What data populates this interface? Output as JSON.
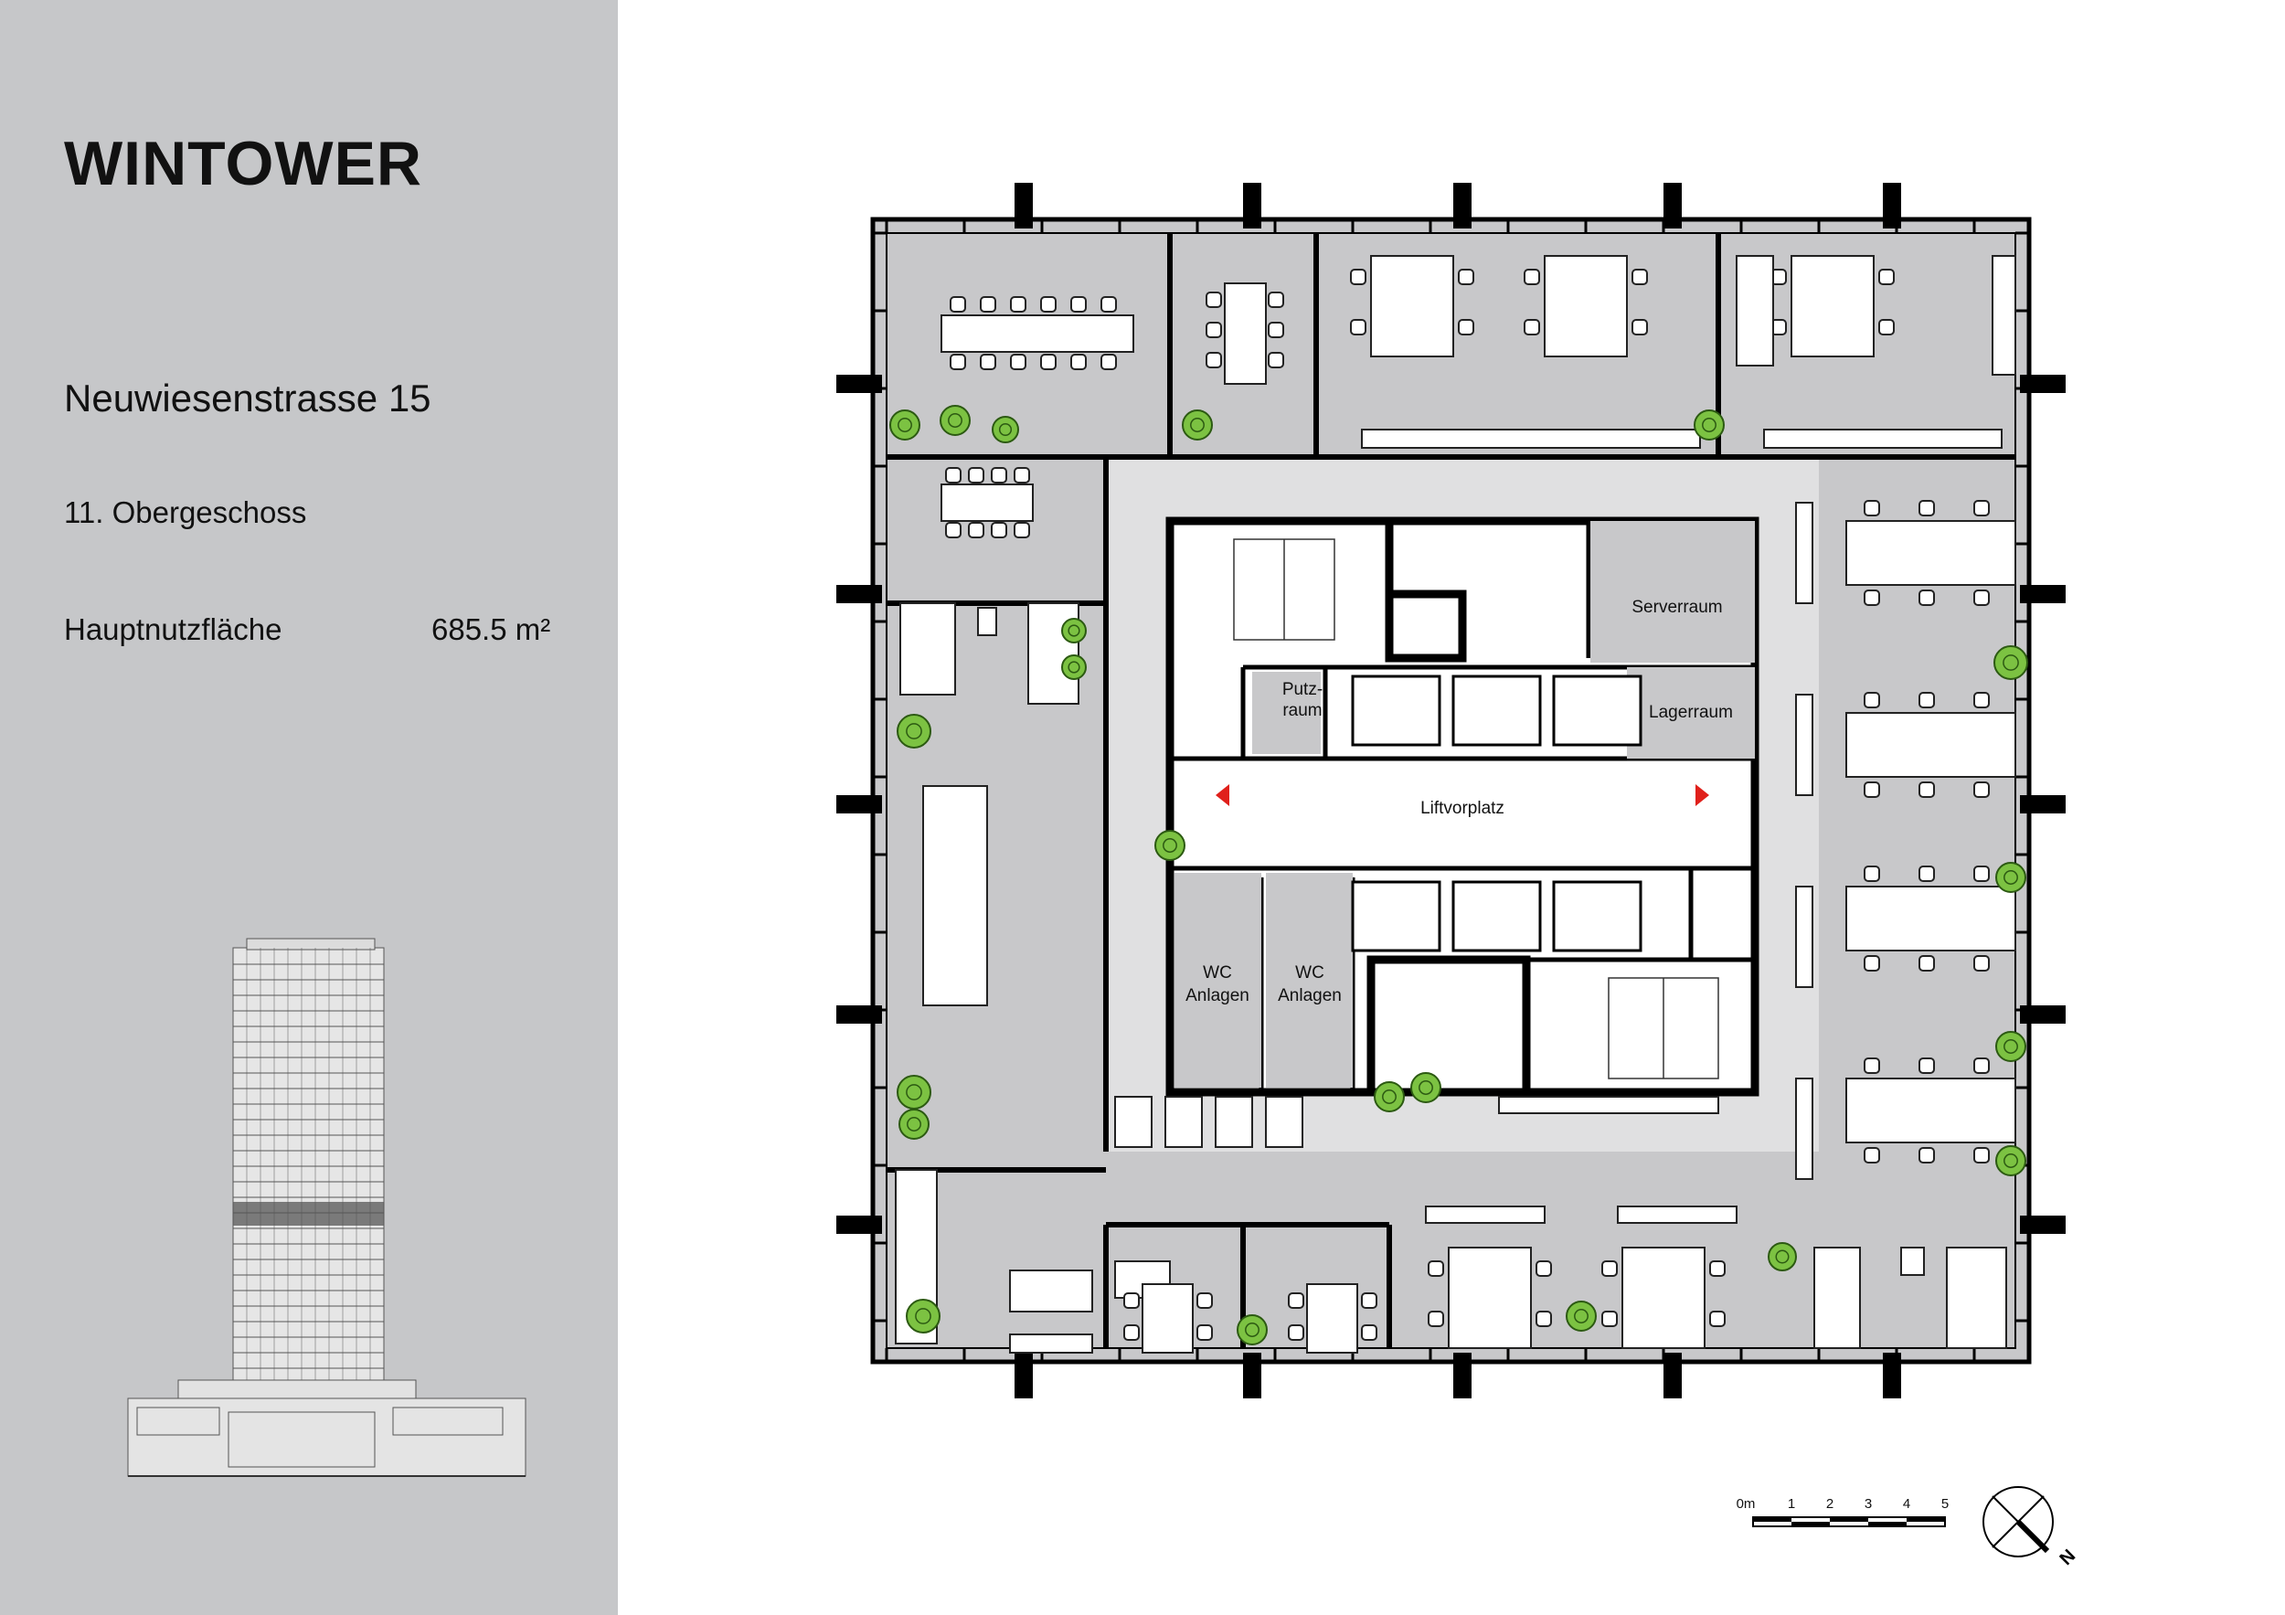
{
  "sidebar": {
    "title": "WINTOWER",
    "address": "Neuwiesenstrasse 15",
    "floor": "11. Obergeschoss",
    "area_label": "Hauptnutzfläche",
    "area_value": "685.5 m²"
  },
  "rooms": {
    "putzraum_line1": "Putz-",
    "putzraum_line2": "raum",
    "serverraum": "Serverraum",
    "lagerraum": "Lagerraum",
    "liftvorplatz": "Liftvorplatz",
    "wc_left_line1": "WC",
    "wc_left_line2": "Anlagen",
    "wc_right_line1": "WC",
    "wc_right_line2": "Anlagen"
  },
  "scale_bar": {
    "labels": [
      "0m",
      "1",
      "2",
      "3",
      "4",
      "5"
    ]
  },
  "north": {
    "label": "N"
  },
  "colors": {
    "sidebar_bg": "#c6c7c9",
    "room_fill": "#c8c8ca",
    "corridor_fill": "#e0e0e1",
    "wall": "#000000",
    "plant": "#7cc242",
    "arrow": "#e0201b"
  }
}
